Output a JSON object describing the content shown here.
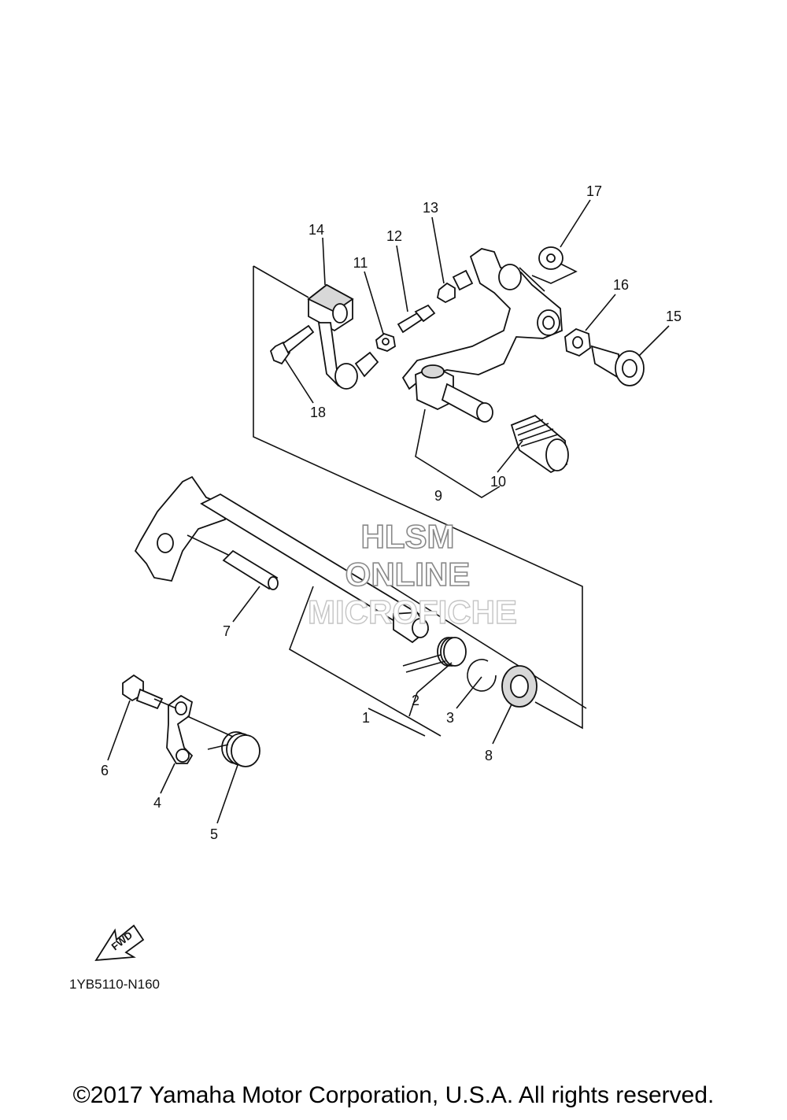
{
  "diagram": {
    "part_numbers": [
      "1",
      "2",
      "3",
      "4",
      "5",
      "6",
      "7",
      "8",
      "9",
      "10",
      "11",
      "12",
      "13",
      "14",
      "15",
      "16",
      "17",
      "18"
    ],
    "diagram_code": "1YB5110-N160",
    "fwd_label": "FWD",
    "watermark": [
      "HLSM",
      "ONLINE",
      "MICROFICHE"
    ],
    "copyright": "©2017 Yamaha Motor Corporation, U.S.A. All rights reserved."
  }
}
